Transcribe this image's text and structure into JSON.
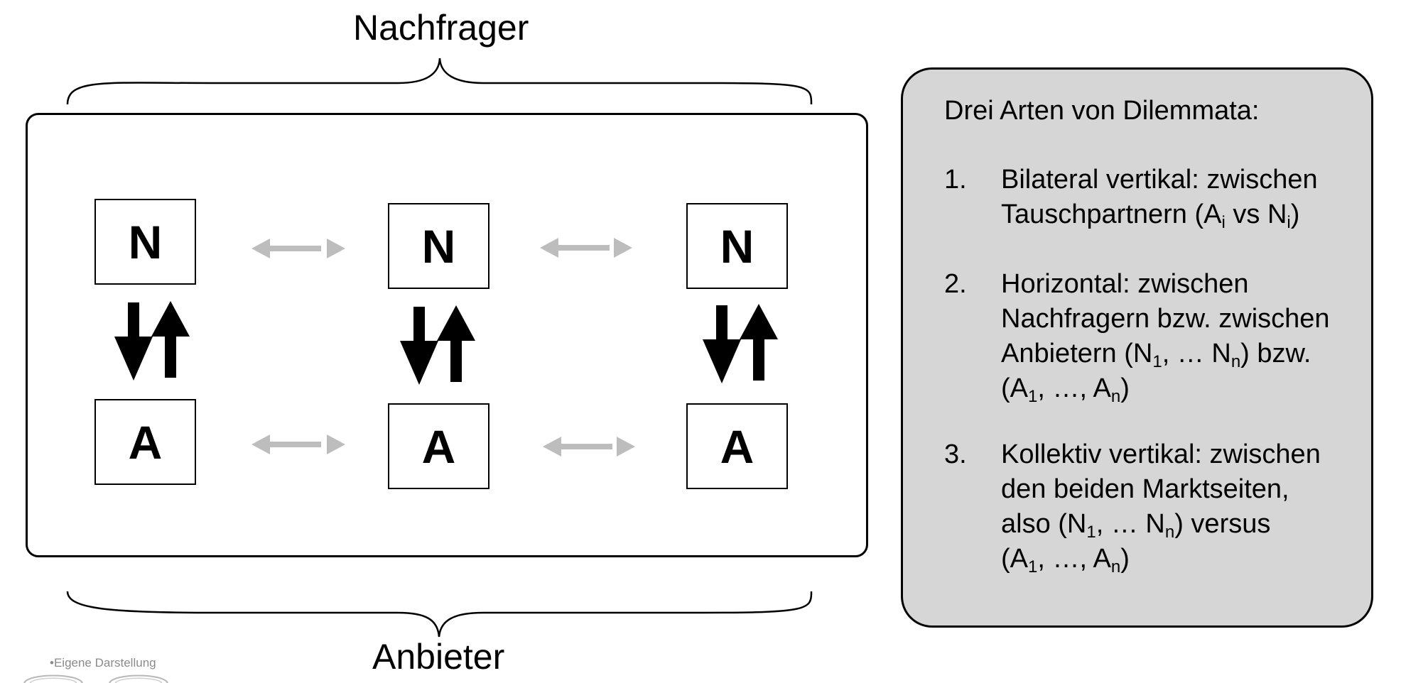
{
  "diagram": {
    "top_label": "Nachfrager",
    "bottom_label": "Anbieter",
    "nodes": {
      "n": "N",
      "a": "A"
    },
    "colors": {
      "horizontal_arrow": "#bdbdbd",
      "vertical_arrow": "#000000",
      "info_background": "#d6d6d6"
    }
  },
  "info": {
    "title": "Drei Arten von Dilemmata:",
    "items": [
      {
        "number": "1.",
        "line1": "Bilateral vertikal: zwischen",
        "line2_text": "Tauschpartnern (A",
        "line2_sub1": "i",
        "line2_mid": " vs N",
        "line2_sub2": "i",
        "line2_end": ")"
      },
      {
        "number": "2.",
        "line1": "Horizontal: zwischen",
        "line2": "Nachfragern bzw. zwischen",
        "line3_text": "Anbietern (N",
        "line3_sub1": "1",
        "line3_mid": ", … N",
        "line3_sub2": "n",
        "line3_end": ") bzw.",
        "line4_text": "(A",
        "line4_sub1": "1",
        "line4_mid": ", …, A",
        "line4_sub2": "n",
        "line4_end": ")"
      },
      {
        "number": "3.",
        "line1": "Kollektiv vertikal: zwischen",
        "line2": "den beiden Marktseiten,",
        "line3_text": "also (N",
        "line3_sub1": "1",
        "line3_mid": ", … N",
        "line3_sub2": "n",
        "line3_end": ") versus",
        "line4_text": "(A",
        "line4_sub1": "1",
        "line4_mid": ", …, A",
        "line4_sub2": "n",
        "line4_end": ")"
      }
    ]
  },
  "caption": "•Eigene Darstellung"
}
